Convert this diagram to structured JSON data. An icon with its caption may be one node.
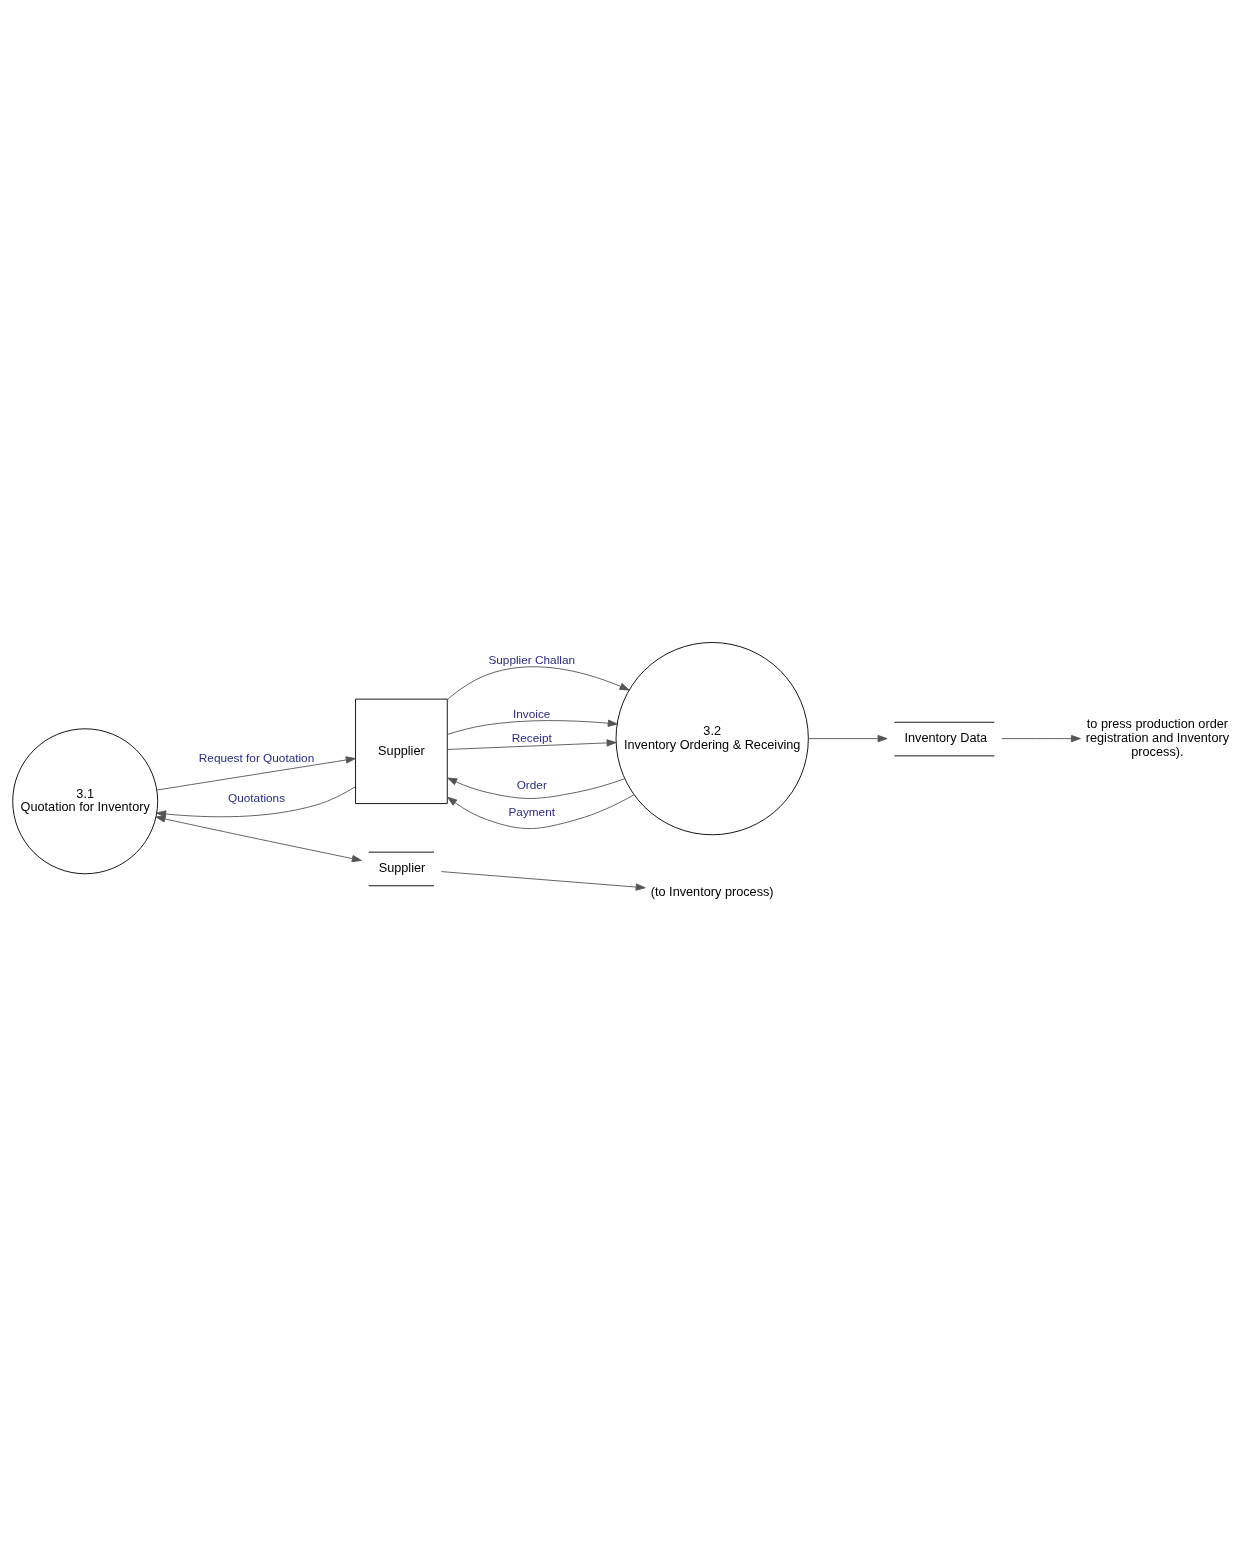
{
  "diagram": {
    "nodes": [
      {
        "text": [
          "3.1",
          "Quotation for Inventory"
        ]
      },
      {
        "text": [
          "Supplier"
        ]
      },
      {
        "text": [
          "Supplier"
        ]
      },
      {
        "text": [
          "Inventory Data"
        ]
      },
      {
        "text": [
          "3.2",
          "Inventory Ordering & Receiving"
        ]
      },
      {
        "text": [
          "(to Inventory process)"
        ]
      },
      {
        "text": [
          "to press production order registration and Inventory process)."
        ]
      }
    ],
    "edges": [
      {
        "from": 1,
        "to": 0,
        "label": "Quotations",
        "arrow": "to"
      },
      {
        "from": 0,
        "to": 1,
        "label": "Request for Quotation",
        "arrow": "to"
      },
      {
        "from": 0,
        "to": 2,
        "arrow": "both"
      },
      {
        "from": 2,
        "to": 5,
        "arrow": "to"
      },
      {
        "from": 4,
        "to": 3,
        "arrow": "to"
      },
      {
        "from": 3,
        "to": 6,
        "arrow": "to"
      },
      {
        "from": 4,
        "to": 1,
        "label": "Order",
        "arrow": "to"
      },
      {
        "from": 1,
        "to": 4,
        "label": "Supplier Challan",
        "arrow": "to"
      },
      {
        "from": 1,
        "to": 4,
        "label": "Invoice",
        "arrow": "to"
      },
      {
        "from": 4,
        "to": 1,
        "label": "Payment",
        "arrow": "to"
      },
      {
        "from": 1,
        "to": 4,
        "label": "Receipt",
        "arrow": "to"
      }
    ]
  }
}
